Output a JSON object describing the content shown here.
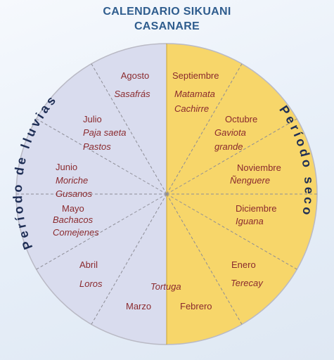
{
  "title": {
    "line1": "CALENDARIO SIKUANI",
    "line2": "CASANARE"
  },
  "periods": {
    "rainy": "Período de lluvias",
    "dry": "Período seco"
  },
  "months": {
    "agosto": {
      "name": "Agosto",
      "items": [
        "Sasafrás"
      ]
    },
    "julio": {
      "name": "Julio",
      "items": [
        "Paja saeta",
        "Pastos"
      ]
    },
    "junio": {
      "name": "Junio",
      "items": [
        "Moriche",
        "Gusanos"
      ]
    },
    "mayo": {
      "name": "Mayo",
      "items": [
        "Bachacos",
        "Comejenes"
      ]
    },
    "abril": {
      "name": "Abril",
      "items": [
        "Loros"
      ]
    },
    "marzo": {
      "name": "Marzo",
      "items": [
        "Tortuga"
      ]
    },
    "febrero": {
      "name": "Febrero",
      "items": []
    },
    "enero": {
      "name": "Enero",
      "items": [
        "Terecay"
      ]
    },
    "diciembre": {
      "name": "Diciembre",
      "items": [
        "Iguana"
      ]
    },
    "noviembre": {
      "name": "Noviembre",
      "items": [
        "Ñenguere"
      ]
    },
    "octubre": {
      "name": "Octubre",
      "items": [
        "Gaviota",
        "grande"
      ]
    },
    "septiembre": {
      "name": "Septiembre",
      "items": [
        "Matamata",
        "Cachirre"
      ]
    }
  },
  "colors": {
    "rainy_half": "#d9dcee",
    "dry_half": "#f7d66a",
    "title": "#2f5d8e",
    "labels": "#8a2a2e",
    "period_labels": "#1e2e55"
  }
}
